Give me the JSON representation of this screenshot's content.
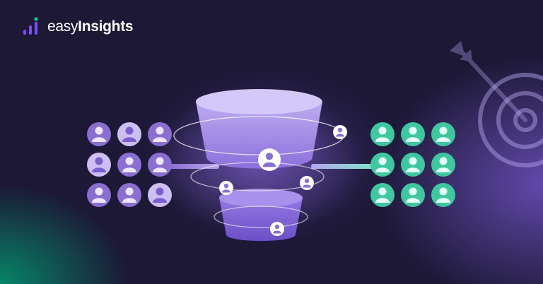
{
  "brand": {
    "name_light": "easy",
    "name_bold": "Insights",
    "logo_icon": "bar-chart-logo-icon"
  },
  "colors": {
    "background": "#1c1836",
    "purple_user": "#8a6fd1",
    "purple_user_light": "#c9bdf0",
    "green_user": "#3fc7a0",
    "funnel_top": "#b3a3ef",
    "funnel_bottom": "#7a5fd0",
    "accent_green": "#00d49a"
  },
  "illustration": {
    "left_group": {
      "icon": "person-icon",
      "rows": 3,
      "cols": 3
    },
    "right_group": {
      "icon": "person-icon",
      "rows": 3,
      "cols": 3
    },
    "funnel": {
      "icon": "funnel-icon"
    },
    "target": {
      "icon": "target-icon"
    },
    "arrow": {
      "icon": "arrow-icon"
    }
  }
}
